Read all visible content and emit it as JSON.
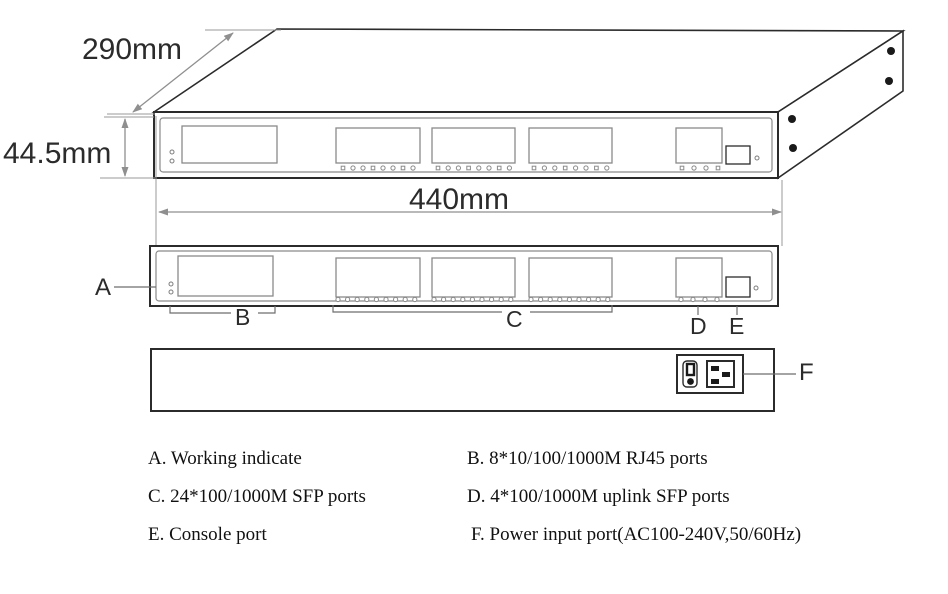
{
  "dimensions": {
    "depth_label": "290mm",
    "height_label": "44.5mm",
    "width_label": "440mm"
  },
  "callouts": {
    "a": "A",
    "b": "B",
    "c": "C",
    "d": "D",
    "e": "E",
    "f": "F"
  },
  "legend": {
    "items": [
      {
        "text": "A. Working indicate"
      },
      {
        "text": "B. 8*10/100/1000M RJ45 ports"
      },
      {
        "text": "C. 24*100/1000M SFP ports"
      },
      {
        "text": "D. 4*100/1000M uplink SFP ports"
      },
      {
        "text": "E. Console port"
      },
      {
        "text": "F. Power input port(AC100-240V,50/60Hz)"
      }
    ]
  },
  "colors": {
    "outline": "#2b2b2b",
    "port_outline": "#8a8a8a",
    "dimension_line": "#8f8f8f",
    "text": "#111111"
  }
}
